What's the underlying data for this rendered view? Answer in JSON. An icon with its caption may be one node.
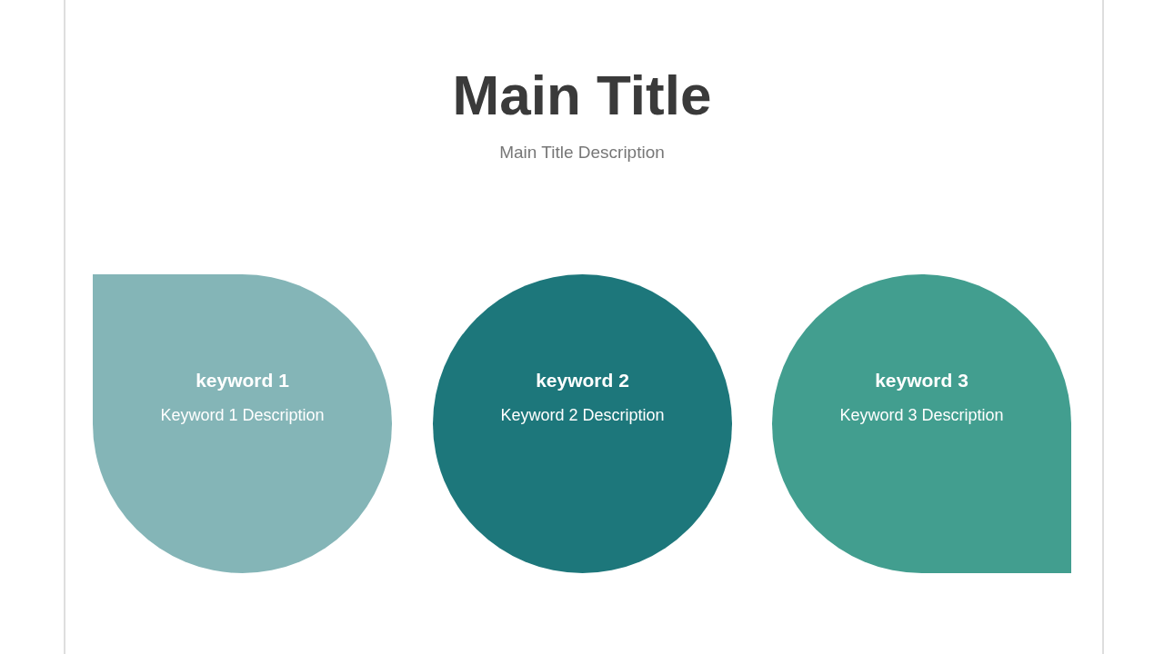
{
  "diagram": {
    "title": "Main Title",
    "nodes": [
      {
        "text": [
          "keyword 1",
          "Keyword 1 Description"
        ]
      },
      {
        "text": [
          "keyword 2",
          "Keyword 2 Description"
        ]
      },
      {
        "text": [
          "keyword 3",
          "Keyword 3 Description"
        ]
      }
    ],
    "labels": [
      "Main Title Description"
    ]
  }
}
